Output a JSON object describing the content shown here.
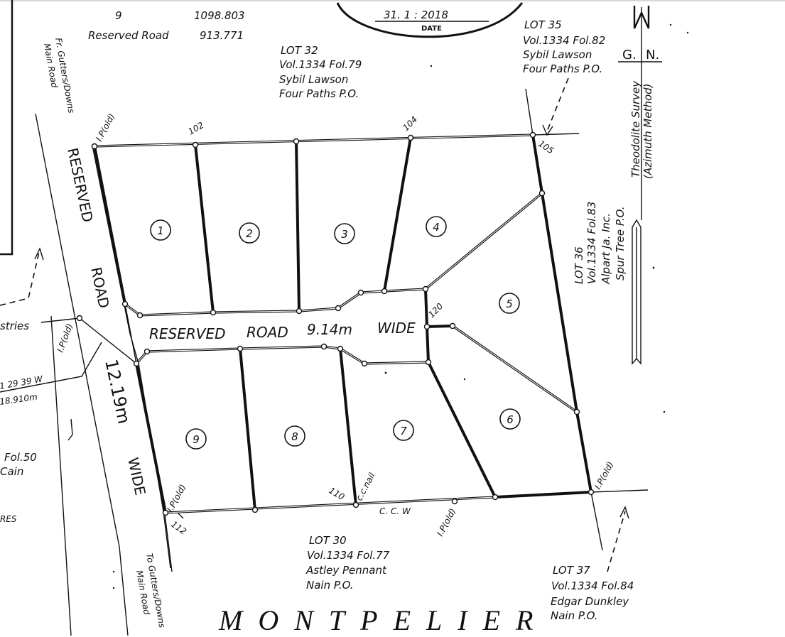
{
  "area_table": {
    "rows": [
      {
        "label": "9",
        "value": "1098.803"
      },
      {
        "label": "Reserved Road",
        "value": "913.771"
      }
    ]
  },
  "stamp": {
    "date_value": "31. 1 : 2018",
    "date_label": "DATE"
  },
  "north": {
    "label_g": "G.",
    "label_n": "N.",
    "survey_line1": "Theodolite Survey",
    "survey_line2": "(Azimuth Method)"
  },
  "adjoining_lots": [
    {
      "id": "lot32",
      "lines": [
        "LOT 32",
        "Vol.1334 Fol.79",
        "Sybil Lawson",
        "Four Paths P.O."
      ]
    },
    {
      "id": "lot35",
      "lines": [
        "LOT 35",
        "Vol.1334 Fol.82",
        "Sybil Lawson",
        "Four Paths P.O."
      ]
    },
    {
      "id": "lot36",
      "lines": [
        "LOT 36",
        "Vol.1334 Fol.83",
        "Alpart Ja. Inc.",
        "Spur Tree P.O."
      ]
    },
    {
      "id": "lot30",
      "lines": [
        "LOT 30",
        "Vol.1334 Fol.77",
        "Astley Pennant",
        "Nain P.O."
      ]
    },
    {
      "id": "lot37",
      "lines": [
        "LOT 37",
        "Vol.1334 Fol.84",
        "Edgar Dunkley",
        "Nain P.O."
      ]
    }
  ],
  "left_fragments": {
    "industries": "stries",
    "bearing": "1 29 39 W",
    "distance": "18.910m",
    "folio": "Fol.50",
    "owner": "Cain",
    "acres": "RES"
  },
  "roads": {
    "main_reserved_word1": "RESERVED",
    "main_reserved_word2": "ROAD",
    "main_width": "12.19m",
    "main_wide": "WIDE",
    "internal": [
      "RESERVED",
      "ROAD",
      "9.14m",
      "WIDE"
    ],
    "from_note": [
      "Fr. Gutters/Downs",
      "Main Road"
    ],
    "to_note": [
      "To Gutters/Downs",
      "Main Road"
    ]
  },
  "lots": [
    "1",
    "2",
    "3",
    "4",
    "5",
    "6",
    "7",
    "8",
    "9"
  ],
  "pegs": {
    "p102": "102",
    "p104": "104",
    "p105": "105",
    "p110": "110",
    "p112": "112",
    "p120": "120",
    "ip_old": "I.P(old)",
    "cc_nail": "c.c.nail",
    "ccw": "C. C. W"
  },
  "district_title": "MONTPELIER"
}
